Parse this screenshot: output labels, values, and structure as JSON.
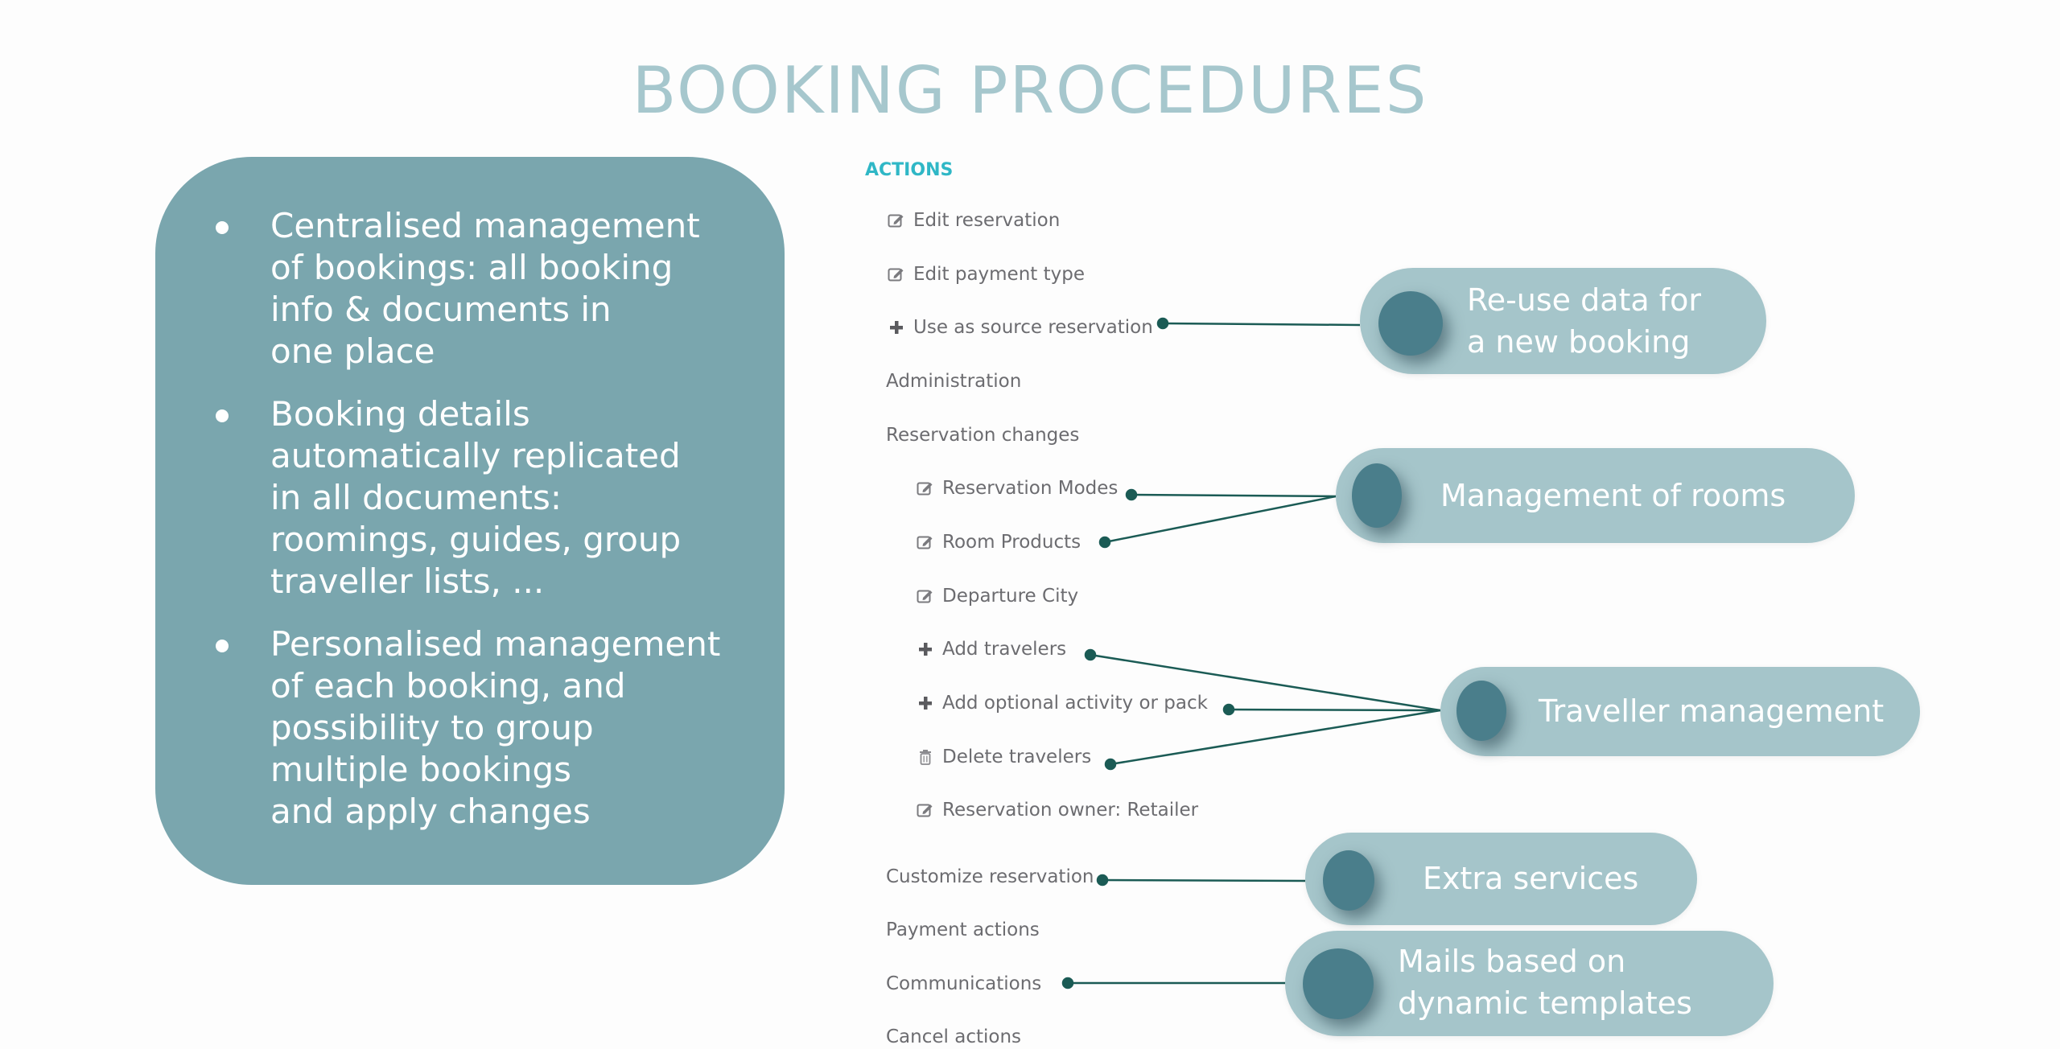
{
  "title": "BOOKING PROCEDURES",
  "colors": {
    "title": "#a6c7cd",
    "panel": "#7aa6ae",
    "actions_header": "#2fb7c6",
    "action_text": "#6c6c70",
    "connector": "#1b5b55",
    "pill": "#a5c5ca",
    "pill_knob": "#4a7e8b"
  },
  "features": [
    {
      "lines": [
        "Centralised management",
        "of bookings: all booking",
        "info & documents in",
        "one place"
      ]
    },
    {
      "lines": [
        "Booking details",
        "automatically replicated",
        "in all documents:",
        "roomings, guides, group",
        "traveller lists, ..."
      ]
    },
    {
      "lines": [
        "Personalised management",
        "of each booking, and",
        "possibility to group",
        "multiple bookings",
        "and apply changes"
      ]
    }
  ],
  "actions": {
    "header": "ACTIONS",
    "items": [
      {
        "label": "Edit reservation",
        "icon": "edit-icon"
      },
      {
        "label": "Edit payment type",
        "icon": "edit-icon"
      },
      {
        "label": "Use as source reservation",
        "icon": "plus-icon"
      },
      {
        "label": "Administration",
        "icon": ""
      },
      {
        "label": "Reservation changes",
        "icon": ""
      },
      {
        "label": "Reservation Modes",
        "icon": "edit-icon"
      },
      {
        "label": "Room Products",
        "icon": "edit-icon"
      },
      {
        "label": "Departure City",
        "icon": "edit-icon"
      },
      {
        "label": "Add travelers",
        "icon": "plus-icon"
      },
      {
        "label": "Add optional activity or pack",
        "icon": "plus-icon"
      },
      {
        "label": "Delete travelers",
        "icon": "trash-icon"
      },
      {
        "label": "Reservation owner: Retailer",
        "icon": "edit-icon"
      },
      {
        "label": "Customize reservation",
        "icon": ""
      },
      {
        "label": "Payment actions",
        "icon": ""
      },
      {
        "label": "Communications",
        "icon": ""
      },
      {
        "label": "Cancel actions",
        "icon": ""
      }
    ]
  },
  "callouts": [
    {
      "lines": [
        "Re-use data for",
        "a new booking"
      ],
      "links_to": [
        "Use as source reservation"
      ]
    },
    {
      "lines": [
        "Management of rooms"
      ],
      "links_to": [
        "Reservation Modes",
        "Room Products"
      ]
    },
    {
      "lines": [
        "Traveller management"
      ],
      "links_to": [
        "Add travelers",
        "Add optional activity or pack",
        "Delete travelers"
      ]
    },
    {
      "lines": [
        "Extra services"
      ],
      "links_to": [
        "Customize reservation"
      ]
    },
    {
      "lines": [
        "Mails based on",
        "dynamic templates"
      ],
      "links_to": [
        "Communications"
      ]
    }
  ]
}
